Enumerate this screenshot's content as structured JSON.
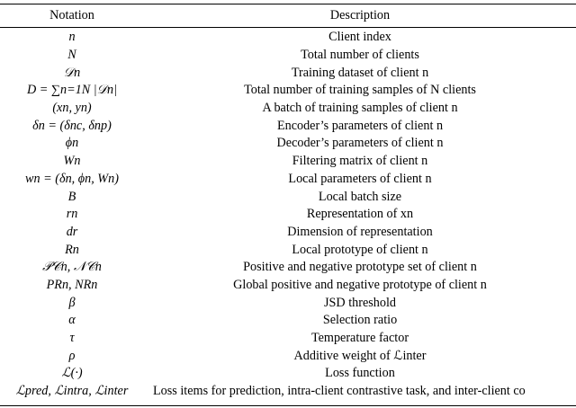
{
  "table": {
    "headers": {
      "notation": "Notation",
      "description": "Description"
    },
    "rows": [
      {
        "notation": "n",
        "description": "Client index"
      },
      {
        "notation": "N",
        "description": "Total number of clients"
      },
      {
        "notation": "𝒟n",
        "description": "Training dataset of client n"
      },
      {
        "notation": "D = ∑n=1N |𝒟n|",
        "description": "Total number of training samples of N clients"
      },
      {
        "notation": "(xn, yn)",
        "description": "A batch of training samples of client n"
      },
      {
        "notation": "δn = (δnc, δnp)",
        "description": "Encoder’s parameters of client n"
      },
      {
        "notation": "ϕn",
        "description": "Decoder’s parameters of client n"
      },
      {
        "notation": "Wn",
        "description": "Filtering matrix of client n"
      },
      {
        "notation": "wn = (δn, ϕn, Wn)",
        "description": "Local parameters of client n"
      },
      {
        "notation": "B",
        "description": "Local batch size"
      },
      {
        "notation": "rn",
        "description": "Representation of xn"
      },
      {
        "notation": "dr",
        "description": "Dimension of representation"
      },
      {
        "notation": "Rn",
        "description": "Local prototype of client n"
      },
      {
        "notation": "𝒫𝒞n, 𝒩𝒞n",
        "description": "Positive and negative prototype set of client n"
      },
      {
        "notation": "PRn, NRn",
        "description": "Global positive and negative prototype of client n"
      },
      {
        "notation": "β",
        "description": "JSD threshold"
      },
      {
        "notation": "α",
        "description": "Selection ratio"
      },
      {
        "notation": "τ",
        "description": "Temperature factor"
      },
      {
        "notation": "ρ",
        "description": "Additive weight of ℒinter"
      },
      {
        "notation": "ℒ(·)",
        "description": "Loss function"
      },
      {
        "notation": "ℒpred, ℒintra, ℒinter",
        "description": "Loss items for prediction, intra-client contrastive task, and inter-client co"
      }
    ]
  }
}
